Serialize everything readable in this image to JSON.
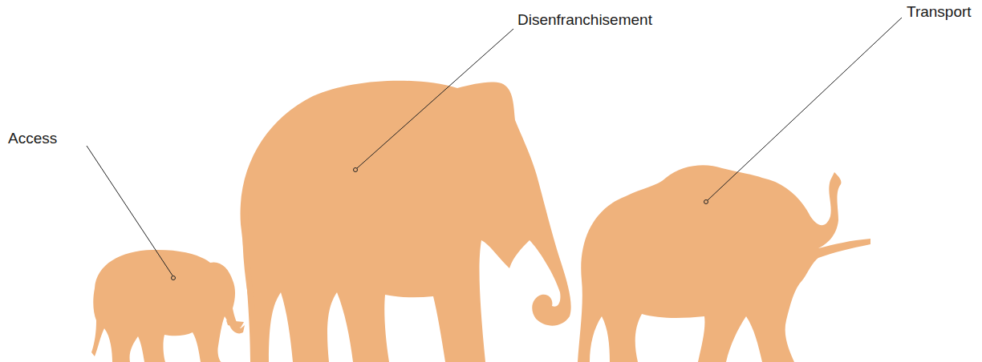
{
  "diagram": {
    "labels": [
      "Access",
      "Disenfranchisement",
      "Transport"
    ]
  }
}
